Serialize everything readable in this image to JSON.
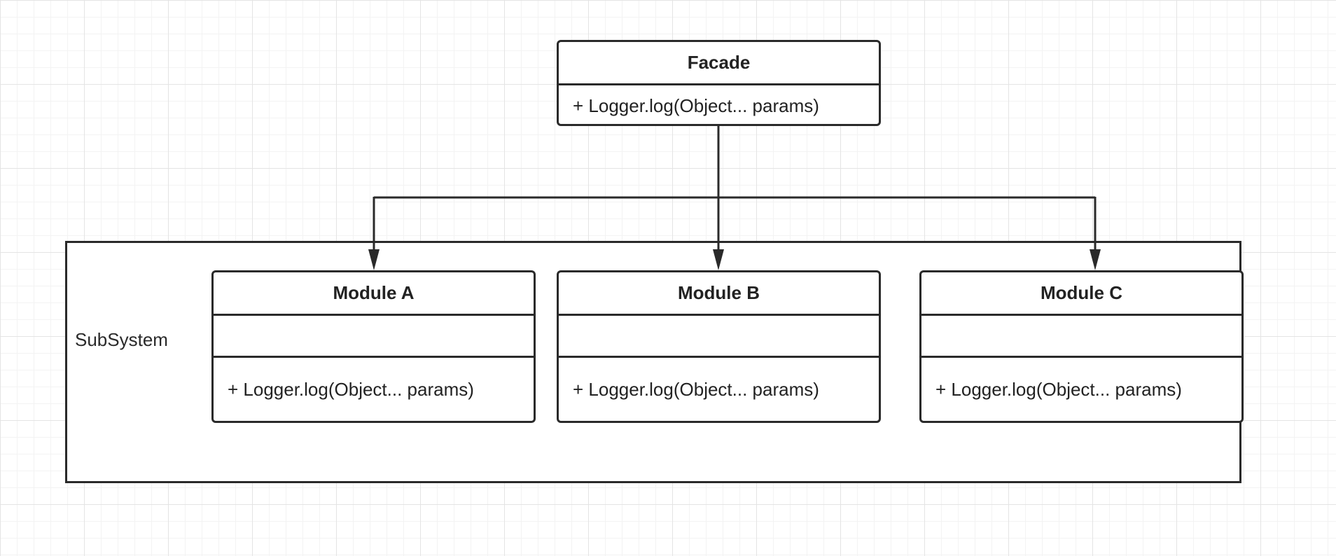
{
  "facade": {
    "title": "Facade",
    "method": "+ Logger.log(Object... params)"
  },
  "subsystem": {
    "label": "SubSystem",
    "modules": [
      {
        "title": "Module A",
        "method": "+ Logger.log(Object... params)"
      },
      {
        "title": "Module B",
        "method": "+ Logger.log(Object... params)"
      },
      {
        "title": "Module C",
        "method": "+ Logger.log(Object... params)"
      }
    ]
  },
  "colors": {
    "stroke": "#2a2a2a",
    "background": "#ffffff",
    "grid": "#e4e4e4"
  }
}
